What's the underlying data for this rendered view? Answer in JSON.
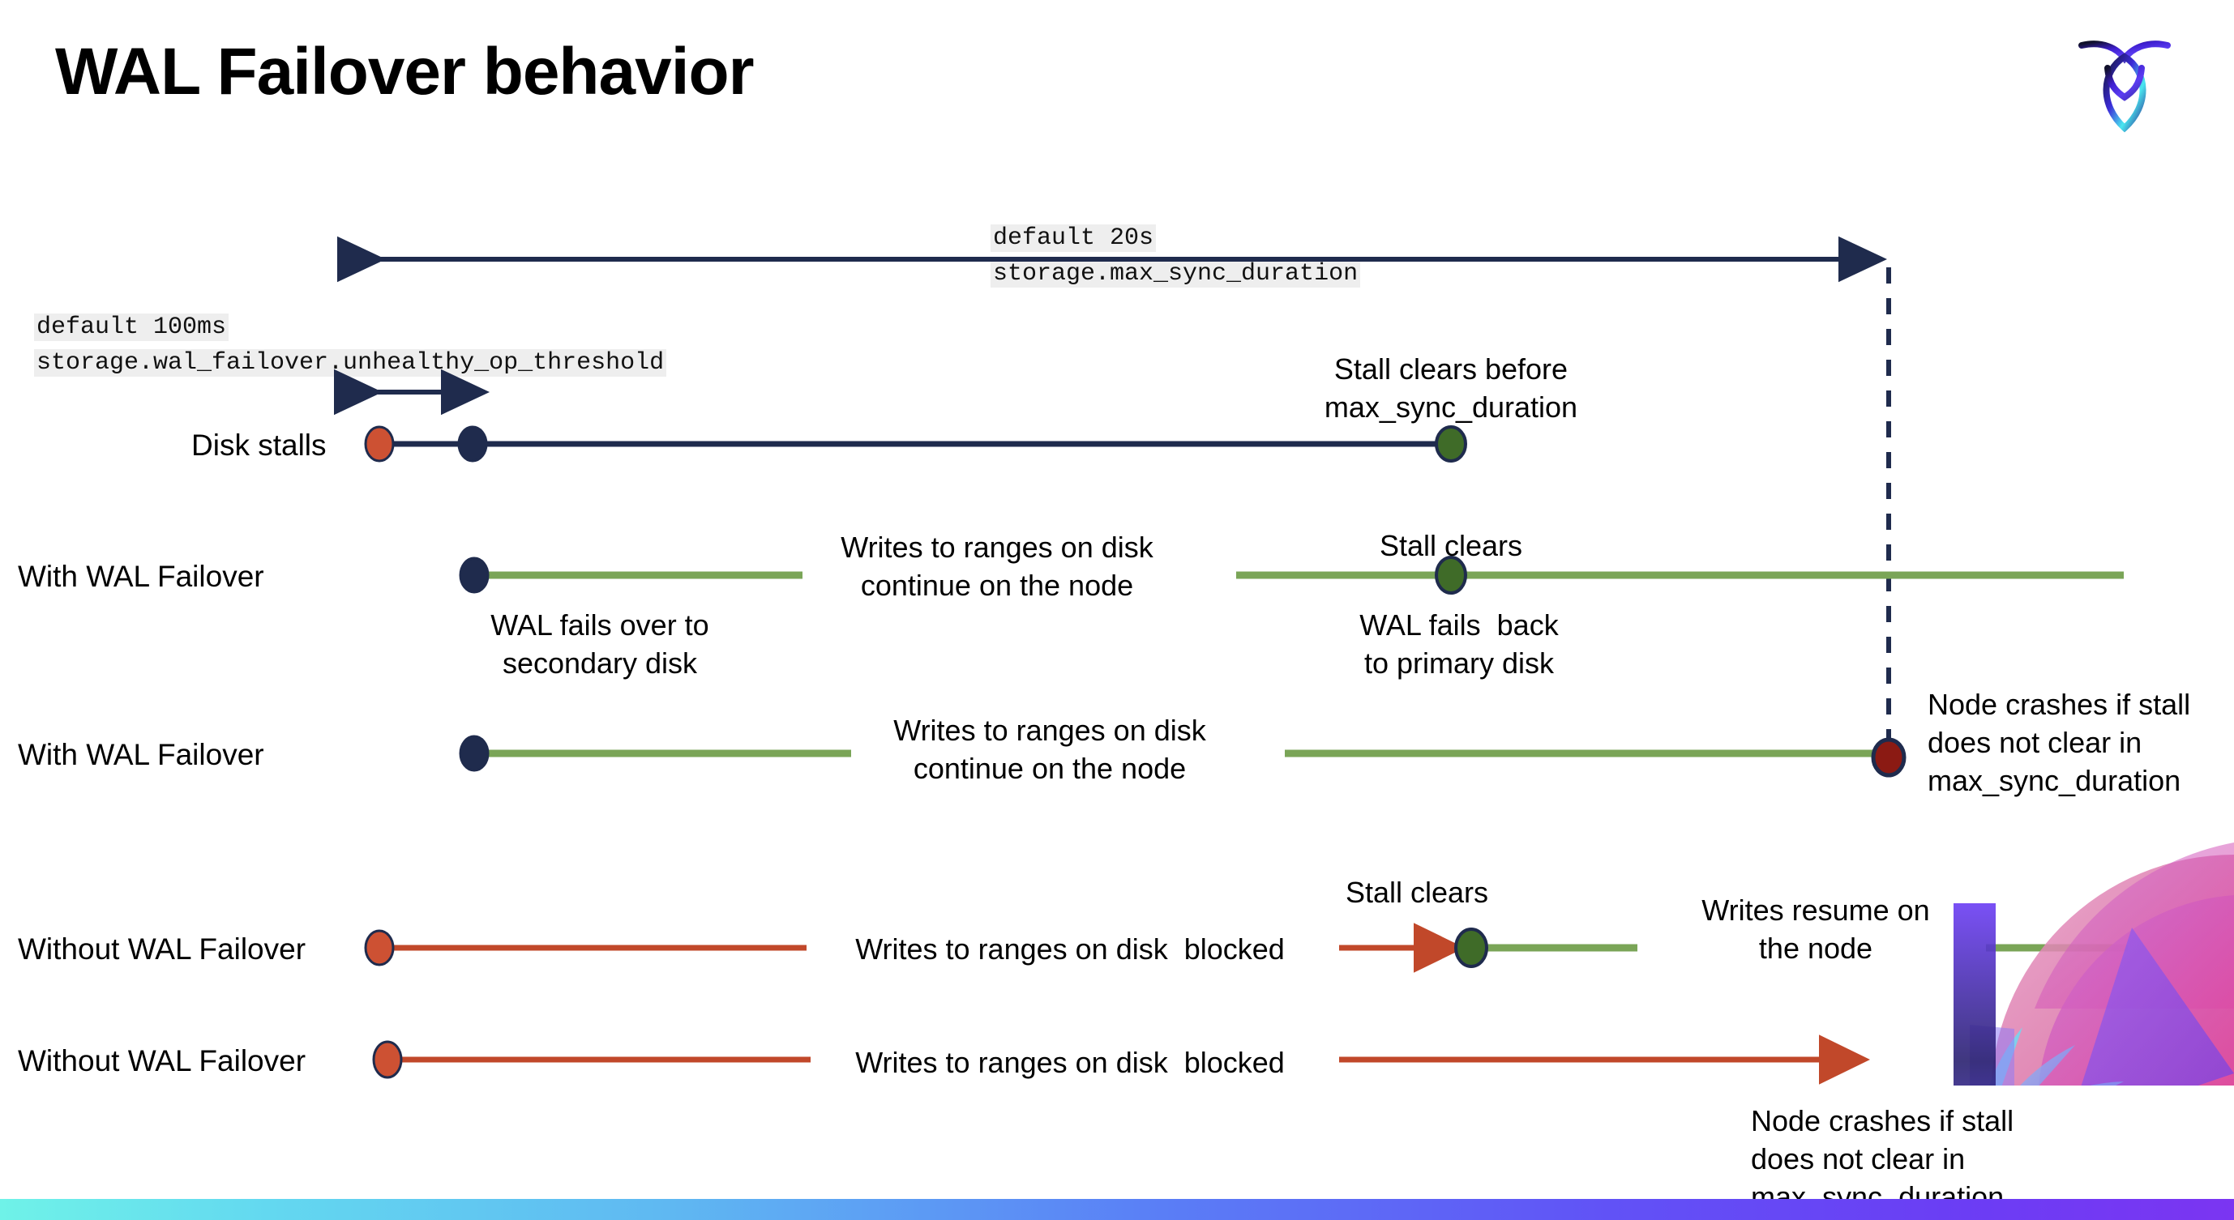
{
  "page": {
    "title": "WAL Failover behavior",
    "logo_name": "cockroachdb-logo"
  },
  "annotations": {
    "max_sync": {
      "line1": "default 20s",
      "line2": "storage.max_sync_duration"
    },
    "unhealthy": {
      "line1": "default 100ms",
      "line2": "storage.wal_failover.unhealthy_op_threshold"
    }
  },
  "rows": [
    {
      "id": "disk-stalls",
      "label": "Disk stalls",
      "notes": [
        "Stall clears before\nmax_sync_duration"
      ]
    },
    {
      "id": "with-wal-failover-1",
      "label": "With WAL Failover",
      "notes": [
        "Writes to ranges on disk\ncontinue on the node",
        "Stall clears",
        "WAL fails over to\nsecondary disk",
        "WAL fails  back\nto primary disk"
      ]
    },
    {
      "id": "with-wal-failover-2",
      "label": "With WAL Failover",
      "notes": [
        "Writes to ranges on disk\ncontinue on the node",
        "Node crashes if stall\ndoes not clear in\nmax_sync_duration"
      ]
    },
    {
      "id": "without-wal-failover-1",
      "label": "Without WAL Failover",
      "notes": [
        "Writes to ranges on disk  blocked",
        "Stall clears",
        "Writes resume on\nthe node"
      ]
    },
    {
      "id": "without-wal-failover-2",
      "label": "Without WAL Failover",
      "notes": [
        "Writes to ranges on disk  blocked",
        "Node crashes if stall\ndoes not clear in\nmax_sync_duration"
      ]
    }
  ],
  "colors": {
    "navy": "#1f2b4d",
    "green_line": "#7aa557",
    "green_dot": "#3f6b28",
    "red_line": "#c1482a",
    "orange_dot": "#cd5133",
    "dark_red_dot": "#8b1a13",
    "code_bg": "#eeeeee",
    "bar_start": "#6ff2e8",
    "bar_end": "#7b35f2"
  },
  "legend_markers": {
    "stall_start": "orange-dot",
    "failover_start": "navy-dot",
    "stall_clear": "green-dot",
    "node_crash": "dark-red-dot"
  }
}
